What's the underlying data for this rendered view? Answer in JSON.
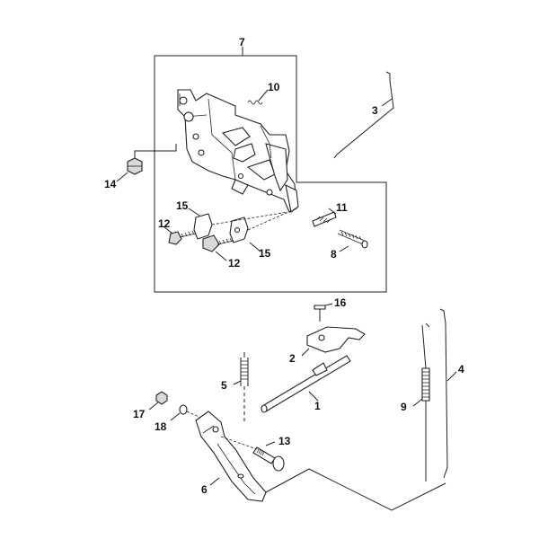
{
  "diagram": {
    "title": "",
    "callouts": {
      "c1": "1",
      "c2": "2",
      "c3": "3",
      "c4": "4",
      "c5": "5",
      "c6": "6",
      "c7": "7",
      "c8": "8",
      "c9": "9",
      "c10": "10",
      "c11": "11",
      "c12a": "12",
      "c12b": "12",
      "c13": "13",
      "c14": "14",
      "c15a": "15",
      "c15b": "15",
      "c16": "16",
      "c17": "17",
      "c18": "18"
    }
  }
}
